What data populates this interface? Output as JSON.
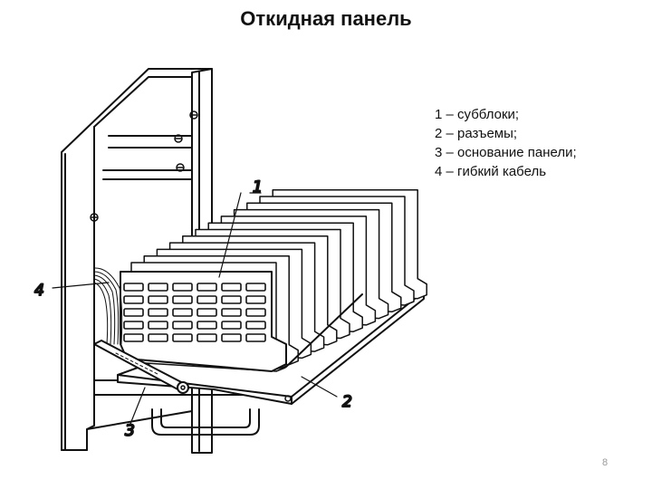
{
  "slide": {
    "title": "Откидная панель",
    "page_number": "8"
  },
  "legend": {
    "items": [
      "1 – субблоки;",
      "2 – разъемы;",
      "3 – основание панели;",
      "4 – гибкий кабель"
    ]
  },
  "figure": {
    "callouts": [
      "1",
      "2",
      "3",
      "4"
    ]
  }
}
